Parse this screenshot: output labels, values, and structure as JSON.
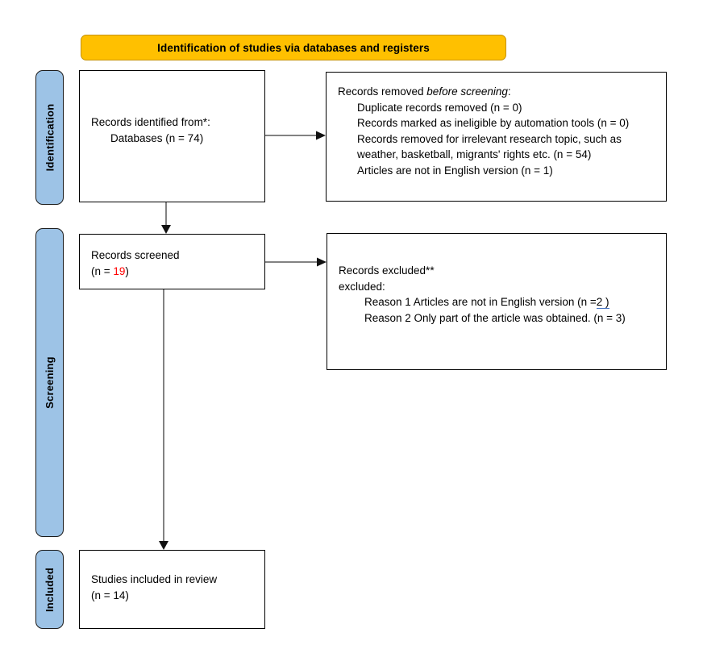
{
  "banner": {
    "title": "Identification of studies via databases and registers",
    "color": "#FFC000"
  },
  "stages": [
    {
      "key": "identification",
      "label": "Identification",
      "color": "#9DC3E6"
    },
    {
      "key": "screening",
      "label": "Screening",
      "color": "#9DC3E6"
    },
    {
      "key": "included",
      "label": "Included",
      "color": "#9DC3E6"
    }
  ],
  "boxes": {
    "identified": {
      "line1": "Records identified from*:",
      "line2": "Databases (n = 74)"
    },
    "removed": {
      "heading_prefix": "Records removed ",
      "heading_italic": "before screening",
      "heading_suffix": ":",
      "item_duplicate": "Duplicate records removed  (n = 0)",
      "item_automation": "Records marked as ineligible by automation tools (n = 0)",
      "item_irrelevant_1": "Records removed for irrelevant research topic, such as",
      "item_irrelevant_2": "weather, basketball, migrants' rights etc. (n = 54)",
      "item_english": "Articles are not in English version (n = 1)",
      "duplicate_color": "#FF0000"
    },
    "screened": {
      "line1": "Records screened",
      "count_prefix": "(n = ",
      "count_value": "19",
      "count_suffix": ")",
      "count_color": "#FF0000"
    },
    "excluded": {
      "line1": "Records excluded**",
      "line2": "excluded:",
      "reason1_prefix": "Reason 1 Articles are not in English version (n =",
      "reason1_marked": "2 )",
      "reason2": "Reason 2 Only part of the article was obtained. (n = 3)",
      "marker_color": "#4472C4"
    },
    "included": {
      "line1": "Studies included in review",
      "line2": "(n = 14)"
    }
  },
  "arrows": [
    {
      "name": "identified-to-removed",
      "direction": "right"
    },
    {
      "name": "identified-to-screened",
      "direction": "down"
    },
    {
      "name": "screened-to-excluded",
      "direction": "right"
    },
    {
      "name": "screened-to-included",
      "direction": "down"
    }
  ]
}
